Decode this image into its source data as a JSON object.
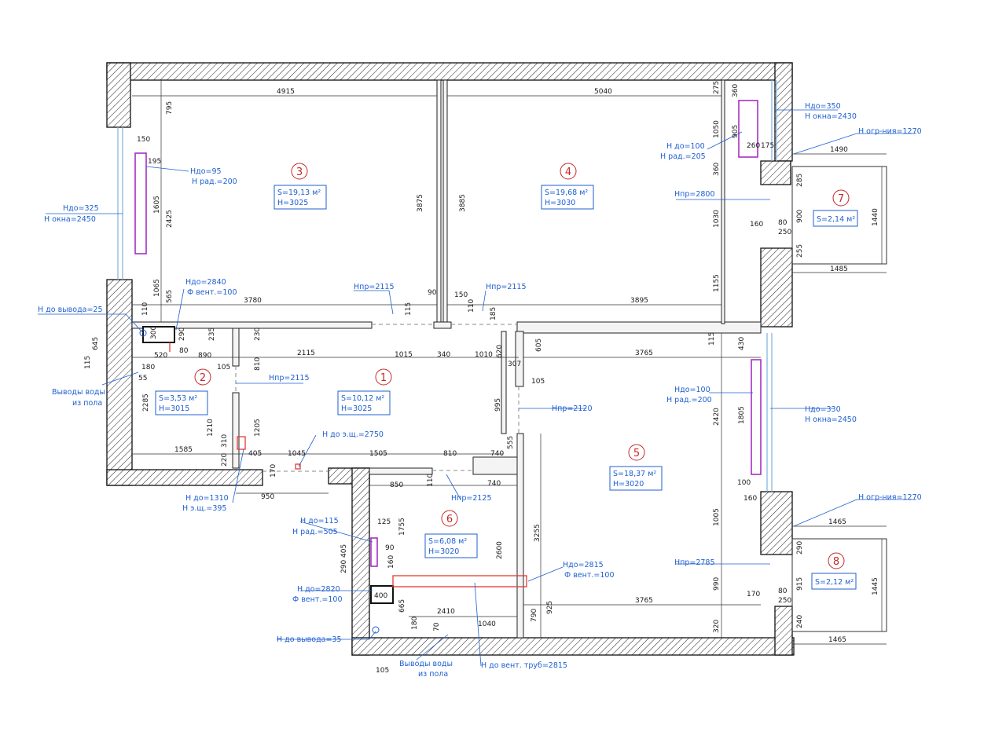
{
  "colors": {
    "wall": "#1a1a1a",
    "dim": "#1a1a1a",
    "annotation": "#1f5fd0",
    "room_number": "#c62828",
    "radiator": "#a020c0",
    "vent_pipe": "#e53935",
    "glass": "#7fb0e0"
  },
  "rooms": [
    {
      "num": "1",
      "area": "S=10,12 м²",
      "height": "H=3025"
    },
    {
      "num": "2",
      "area": "S=3,53 м²",
      "height": "H=3015"
    },
    {
      "num": "3",
      "area": "S=19,13 м²",
      "height": "H=3025"
    },
    {
      "num": "4",
      "area": "S=19,68 м²",
      "height": "H=3030"
    },
    {
      "num": "5",
      "area": "S=18,37 м²",
      "height": "H=3020"
    },
    {
      "num": "6",
      "area": "S=6,08 м²",
      "height": "H=3020"
    },
    {
      "num": "7",
      "area": "S=2,14 м²"
    },
    {
      "num": "8",
      "area": "S=2,12 м²"
    }
  ],
  "notes": {
    "room3_window_a": "Ндо=325",
    "room3_window_b": "Н окна=2450",
    "room3_rad_a": "Ндо=95",
    "room3_rad_b": "Н рад.=200",
    "vent_a_a": "Ндо=2840",
    "vent_a_b": "Ф вент.=100",
    "outlet_top": "Н до вывода=25",
    "water_a": "Выводы воды",
    "water_b": "из пола",
    "door_2115_a": "Нпр=2115",
    "door_2115_b": "Нпр=2115",
    "door_2115_c": "Нпр=2115",
    "room4_win_a": "Ндо=350",
    "room4_win_b": "Н окна=2430",
    "room4_rad_a": "Н до=100",
    "room4_rad_b": "Н рад.=205",
    "balcony7_rail": "Н огр-ния=1270",
    "door_2800": "Нпр=2800",
    "door_2120": "Нпр=2120",
    "room5_rad_a": "Ндо=100",
    "room5_rad_b": "Н рад.=200",
    "room5_win_a": "Ндо=330",
    "room5_win_b": "Н окна=2450",
    "balcony8_rail": "Н огр-ния=1270",
    "door_2785": "Нпр=2785",
    "shield_a": "Н до э.щ.=2750",
    "shield_b_a": "Н до=1310",
    "shield_b_b": "Н э.щ.=395",
    "door_2125": "Нпр=2125",
    "rad6_a": "Н до=115",
    "rad6_b": "Н рад.=505",
    "vent6_a": "Н до=2820",
    "vent6_b": "Ф вент.=100",
    "vent5_a": "Ндо=2815",
    "vent5_b": "Ф вент.=100",
    "outlet_bottom": "Н до вывода=35",
    "water2_a": "Выводы воды",
    "water2_b": "из пола",
    "vent_pipes": "Н до вент. труб=2815"
  },
  "dims": {
    "d4915": "4915",
    "d5040": "5040",
    "d275": "275",
    "d360": "360",
    "d795": "795",
    "d150": "150",
    "d195": "195",
    "d2425": "2425",
    "d1605": "1605",
    "d1065": "1065",
    "d565": "565",
    "d3875": "3875",
    "d3885": "3885",
    "d1050": "1050",
    "d905": "905",
    "d260": "260",
    "d175": "175",
    "d1490": "1490",
    "d285": "285",
    "d900": "900",
    "d1440": "1440",
    "d360b": "360",
    "d1030": "1030",
    "d160": "160",
    "d80": "80",
    "d250": "250",
    "d255": "255",
    "d1485": "1485",
    "d1155": "1155",
    "d3780": "3780",
    "d90": "90",
    "d150b": "150",
    "d110": "110",
    "d115": "115",
    "d110b": "110",
    "d185": "185",
    "d3895": "3895",
    "d110c": "110",
    "d300": "300",
    "d290": "290",
    "d80b": "80",
    "d235": "235",
    "d230": "230",
    "d645": "645",
    "d520": "520",
    "d890": "890",
    "d2115": "2115",
    "d1015": "1015",
    "d340": "340",
    "d1010": "1010",
    "d620": "620",
    "d605": "605",
    "d3765": "3765",
    "d115b": "115",
    "d430": "430",
    "d115c": "115",
    "d180": "180",
    "d105": "105",
    "d810": "810",
    "d307": "307",
    "d105b": "105",
    "d55": "55",
    "d2285": "2285",
    "d995": "995",
    "d2420": "2420",
    "d1805": "1805",
    "d1210": "1210",
    "d1205": "1205",
    "d555": "555",
    "d1585": "1585",
    "d310": "310",
    "d405": "405",
    "d1045": "1045",
    "d1505": "1505",
    "d810b": "810",
    "d740": "740",
    "d220": "220",
    "d170": "170",
    "d950": "950",
    "d850": "850",
    "d110d": "110",
    "d740b": "740",
    "d100": "100",
    "d160b": "160",
    "d1465": "1465",
    "d125": "125",
    "d1755": "1755",
    "d3255": "3255",
    "d1005": "1005",
    "d90b": "90",
    "d405b": "405",
    "d290b": "290",
    "d160c": "160",
    "d2600": "2600",
    "d290c": "290",
    "d915": "915",
    "d1445": "1445",
    "d400": "400",
    "d665": "665",
    "d990": "990",
    "d170b": "170",
    "d80c": "80",
    "d250b": "250",
    "d3765b": "3765",
    "d180b": "180",
    "d2410": "2410",
    "d70": "70",
    "d1040": "1040",
    "d790": "790",
    "d925": "925",
    "d320": "320",
    "d240": "240",
    "d1465b": "1465",
    "d105c": "105"
  }
}
